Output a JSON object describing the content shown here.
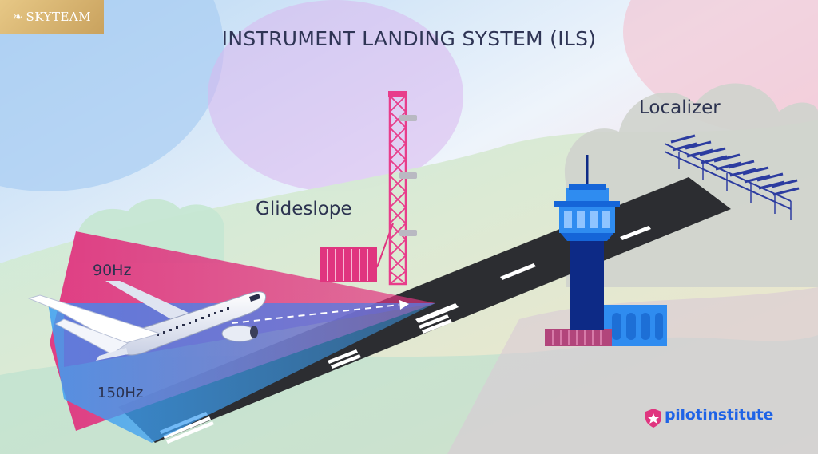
{
  "title": "INSTRUMENT LANDING SYSTEM (ILS)",
  "labels": {
    "localizer": "Localizer",
    "glideslope": "Glideslope",
    "signal_upper": "90Hz",
    "signal_lower": "150Hz"
  },
  "logos": {
    "airline": "SKYTEAM",
    "brand": "pilotinstitute"
  },
  "colors": {
    "signal_90hz": "#e0357f",
    "signal_150hz": "#3d9ff2",
    "tower_blue": "#1565d8",
    "tower_navy": "#0d2a86",
    "runway": "#2c2d31",
    "glideslope_mast": "#e83d8b",
    "localizer_array": "#2c3ca0",
    "brand_blue": "#1f63e6"
  },
  "icons": [
    "airplane-icon",
    "control-tower-icon",
    "glideslope-antenna-icon",
    "localizer-array-icon",
    "skyteam-logo-icon",
    "pilot-badge-icon"
  ]
}
